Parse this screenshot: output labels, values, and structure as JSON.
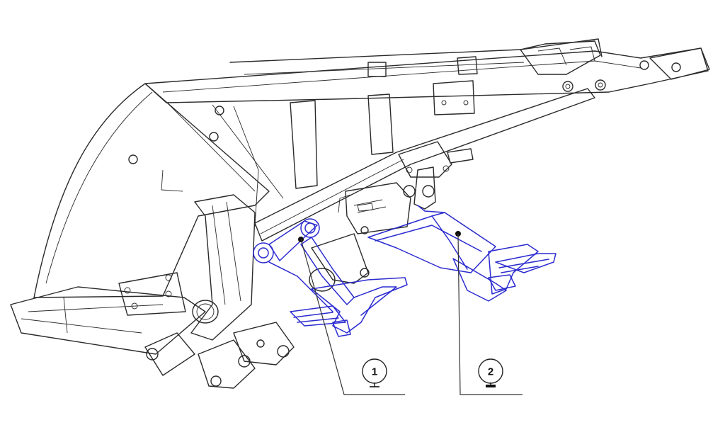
{
  "colors": {
    "frame_stroke": "#2a2a2a",
    "footrest_stroke": "#2b2bd0",
    "leader_stroke": "#333333",
    "background": "#ffffff"
  },
  "callouts": [
    {
      "number": "1",
      "marker": "frame-mounted"
    },
    {
      "number": "2",
      "marker": "frame-mounted"
    }
  ]
}
